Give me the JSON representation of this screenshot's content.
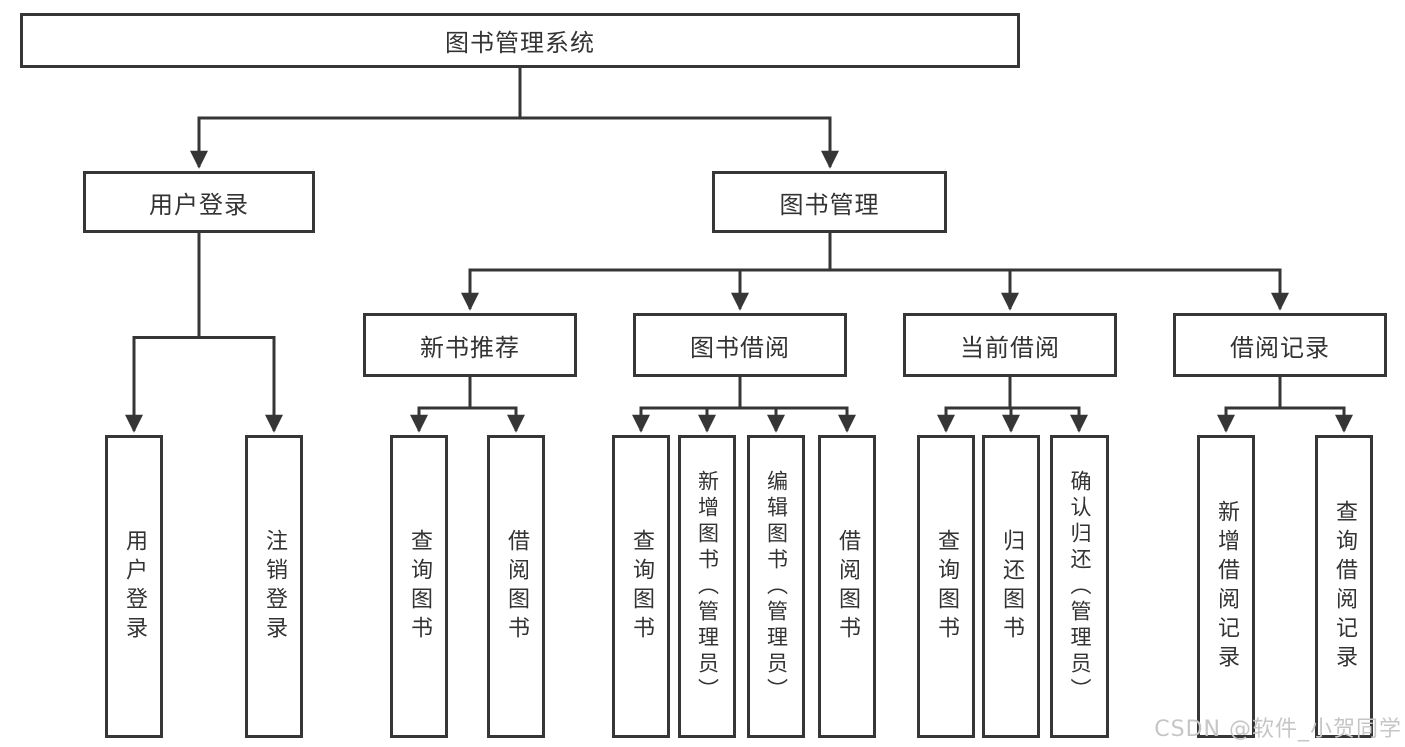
{
  "diagram": {
    "type": "hierarchy-flowchart",
    "root": {
      "label": "图书管理系统"
    },
    "level2": [
      {
        "label": "用户登录"
      },
      {
        "label": "图书管理"
      }
    ],
    "level3": [
      {
        "label": "新书推荐"
      },
      {
        "label": "图书借阅"
      },
      {
        "label": "当前借阅"
      },
      {
        "label": "借阅记录"
      }
    ],
    "leaves": [
      {
        "label": "用户登录",
        "parent": "用户登录"
      },
      {
        "label": "注销登录",
        "parent": "用户登录"
      },
      {
        "label": "查询图书",
        "parent": "新书推荐"
      },
      {
        "label": "借阅图书",
        "parent": "新书推荐"
      },
      {
        "label": "查询图书",
        "parent": "图书借阅"
      },
      {
        "label": "新增图书（管理员）",
        "parent": "图书借阅"
      },
      {
        "label": "编辑图书（管理员）",
        "parent": "图书借阅"
      },
      {
        "label": "借阅图书",
        "parent": "图书借阅"
      },
      {
        "label": "查询图书",
        "parent": "当前借阅"
      },
      {
        "label": "归还图书",
        "parent": "当前借阅"
      },
      {
        "label": "确认归还（管理员）",
        "parent": "当前借阅"
      },
      {
        "label": "新增借阅记录",
        "parent": "借阅记录"
      },
      {
        "label": "查询借阅记录",
        "parent": "借阅记录"
      }
    ]
  },
  "watermark": {
    "text": "CSDN @软件_小贺同学",
    "color": "#c6c6c6"
  },
  "colors": {
    "line": "#363636",
    "text": "#333333",
    "background": "#ffffff"
  }
}
